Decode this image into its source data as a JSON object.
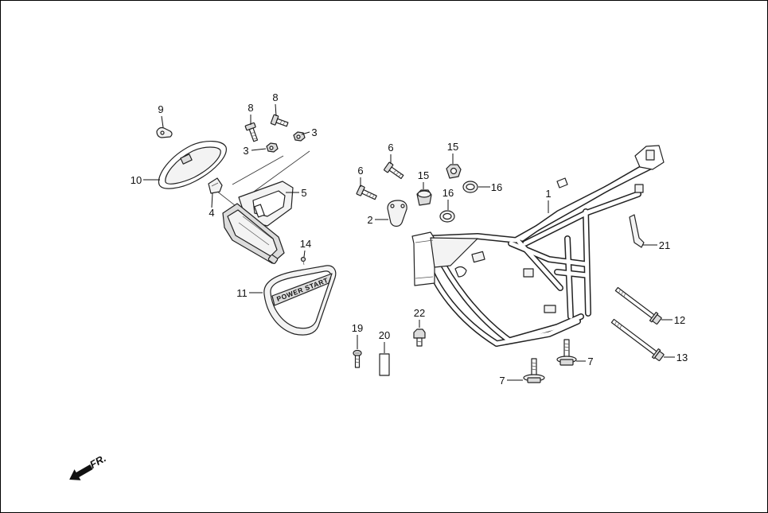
{
  "diagram": {
    "callouts": [
      "9",
      "8",
      "8",
      "3",
      "3",
      "10",
      "4",
      "5",
      "14",
      "11",
      "6",
      "6",
      "15",
      "15",
      "16",
      "16",
      "2",
      "1",
      "21",
      "12",
      "13",
      "7",
      "7",
      "22",
      "19",
      "20"
    ],
    "cover_lettering": "POWER START",
    "front_indicator": {
      "label": "FR.",
      "icon": "front-arrow-icon"
    }
  },
  "colors": {
    "line": "#222222",
    "background": "#ffffff"
  }
}
